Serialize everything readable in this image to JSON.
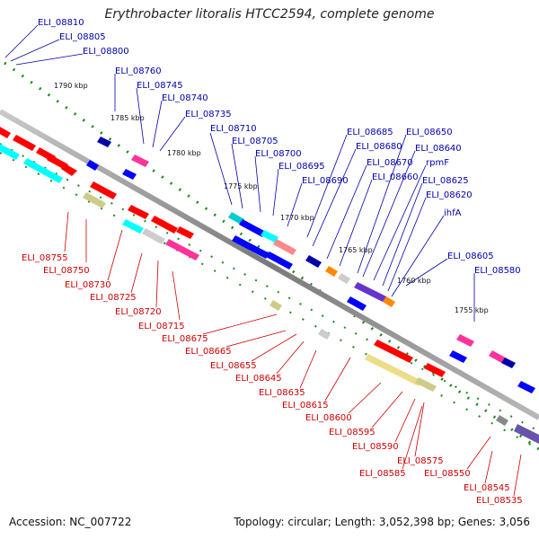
{
  "title": "Erythrobacter litoralis HTCC2594, complete genome",
  "footer": {
    "accession": "Accession: NC_007722",
    "summary": "Topology: circular; Length: 3,052,398 bp; Genes: 3,056"
  },
  "colors": {
    "forward_label": "#0000aa",
    "reverse_label": "#cc0000",
    "backbone": "#888888",
    "ticks": "#1a8a1a"
  },
  "kbp_ticks": [
    "1790 kbp",
    "1785 kbp",
    "1780 kbp",
    "1775 kbp",
    "1770 kbp",
    "1765 kbp",
    "1760 kbp",
    "1755 kbp"
  ],
  "forward_labels": [
    "ELI_08810",
    "ELI_08805",
    "ELI_08800",
    "ELI_08760",
    "ELI_08745",
    "ELI_08740",
    "ELI_08735",
    "ELI_08710",
    "ELI_08705",
    "ELI_08700",
    "ELI_08695",
    "ELI_08690",
    "ELI_08685",
    "ELI_08680",
    "ELI_08670",
    "ELI_08660",
    "ELI_08650",
    "ELI_08640",
    "rpmF",
    "ELI_08625",
    "ELI_08620",
    "ihfA",
    "ELI_08605",
    "ELI_08580"
  ],
  "reverse_labels": [
    "ELI_08755",
    "ELI_08750",
    "ELI_08730",
    "ELI_08725",
    "ELI_08720",
    "ELI_08715",
    "ELI_08675",
    "ELI_08665",
    "ELI_08655",
    "ELI_08645",
    "ELI_08635",
    "ELI_08615",
    "ELI_08600",
    "ELI_08595",
    "ELI_08590",
    "ELI_08585",
    "ELI_08575",
    "ELI_08550",
    "ELI_08545",
    "ELI_08535"
  ]
}
